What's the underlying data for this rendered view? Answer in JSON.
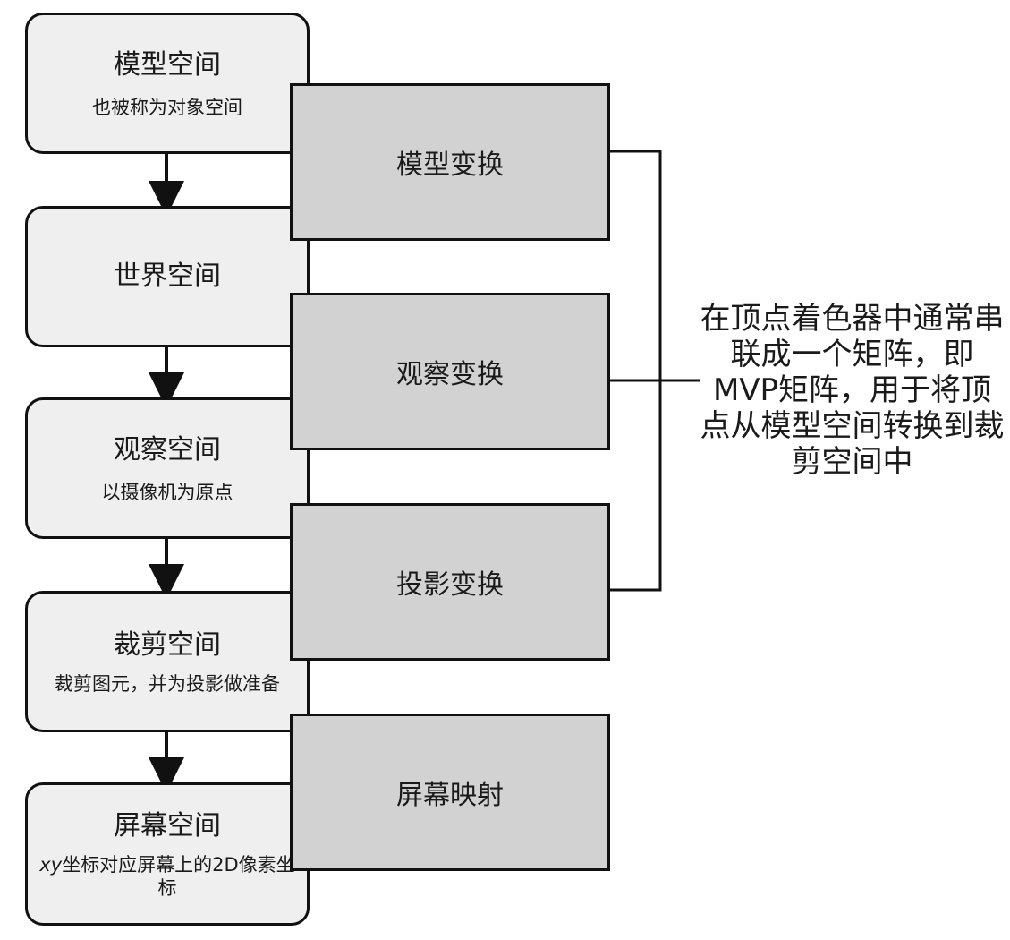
{
  "spaces": [
    {
      "title": "模型空间",
      "desc": "也被称为对象空间"
    },
    {
      "title": "世界空间",
      "desc": ""
    },
    {
      "title": "观察空间",
      "desc": "以摄像机为原点"
    },
    {
      "title": "裁剪空间",
      "desc": "裁剪图元，并为投影做准备"
    },
    {
      "title": "屏幕空间",
      "desc_em": "xy",
      "desc": "坐标对应屏幕上的2D像素坐标"
    }
  ],
  "transforms": [
    {
      "label": "模型变换"
    },
    {
      "label": "观察变换"
    },
    {
      "label": "投影变换"
    },
    {
      "label": "屏幕映射"
    }
  ],
  "note": "在顶点着色器中通常串联成一个矩阵，即MVP矩阵，用于将顶点从模型空间转换到裁剪空间中"
}
